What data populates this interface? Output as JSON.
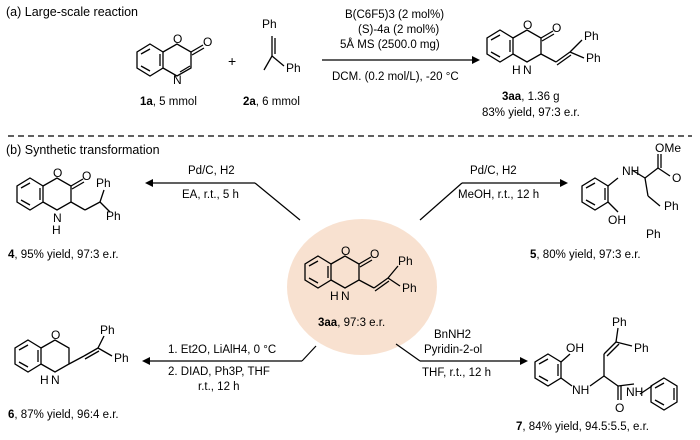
{
  "section_a": {
    "title": "(a) Large-scale reaction",
    "reactant1": {
      "bold": "1a",
      "rest": ", 5 mmol"
    },
    "reactant2": {
      "bold": "2a",
      "rest": ", 6 mmol"
    },
    "plus": "+",
    "cond_catalyst": "B(C6F5)3 (2 mol%)",
    "cond_ligand": "(S)-4a (2 mol%)",
    "cond_ms": "5Å MS (2500.0 mg)",
    "cond_solvent": "DCM. (0.2 mol/L), -20 °C",
    "product": {
      "bold": "3aa",
      "rest": ", 1.36 g",
      "yield": "83% yield, 97:3 e.r."
    }
  },
  "section_b": {
    "title": "(b) Synthetic transformation",
    "center": {
      "bold": "3aa",
      "rest": ", 97:3 e.r."
    },
    "t1": {
      "reagent": "Pd/C, H2",
      "conditions": "EA, r.t., 5 h",
      "bold": "4",
      "rest": ", 95% yield, 97:3 e.r."
    },
    "t2": {
      "reagent": "Pd/C, H2",
      "conditions": "MeOH, r.t., 12 h",
      "bold": "5",
      "rest": ", 80% yield, 97:3 e.r."
    },
    "t3": {
      "step1": "1. Et2O, LiAlH4, 0 °C",
      "step2": "2. DIAD, Ph3P, THF",
      "step2b": "r.t., 12 h",
      "bold": "6",
      "rest": ", 87% yield, 96:4 e.r."
    },
    "t4": {
      "reagent1": "BnNH2",
      "reagent2": "Pyridin-2-ol",
      "conditions": "THF, r.t., 12 h",
      "bold": "7",
      "rest": ", 84% yield, 94.5:5.5, e.r."
    }
  },
  "atoms": {
    "O": "O",
    "N": "N",
    "H": "H",
    "NH": "NH",
    "Ph": "Ph",
    "OH": "OH",
    "OMe": "OMe"
  }
}
